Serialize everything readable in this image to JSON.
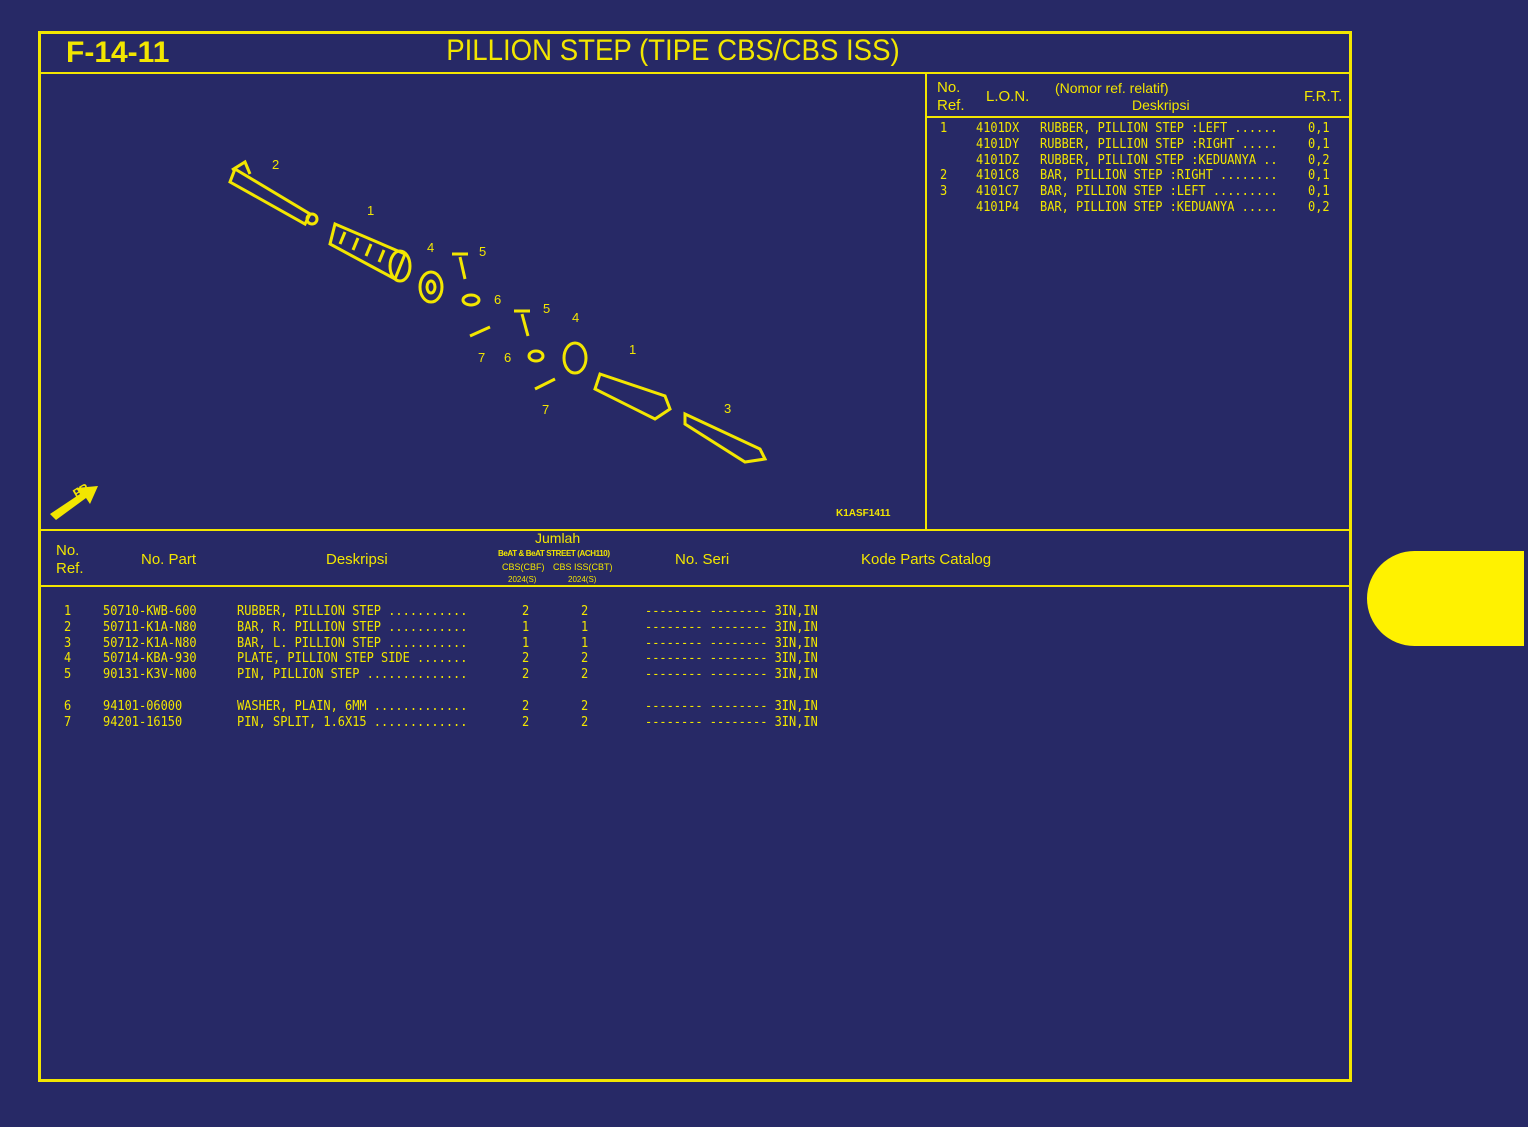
{
  "page": {
    "code": "F-14-11",
    "title": "PILLION STEP (TIPE CBS/CBS ISS)",
    "diagram_code": "K1ASF1411",
    "front_label": "FR."
  },
  "colors": {
    "background": "#272966",
    "accent": "#f2e600",
    "tab": "#fff200"
  },
  "callouts": [
    "2",
    "1",
    "4",
    "5",
    "6",
    "5",
    "4",
    "7",
    "6",
    "1",
    "7",
    "3"
  ],
  "lon_table": {
    "headers": {
      "ref": "No.\nRef.",
      "lon": "L.O.N.",
      "desc_top": "(Nomor ref. relatif)",
      "desc": "Deskripsi",
      "frt": "F.R.T."
    },
    "rows": [
      {
        "ref": "1",
        "lon": "4101DX",
        "desc": "RUBBER, PILLION STEP :LEFT ......",
        "frt": "0,1"
      },
      {
        "ref": "",
        "lon": "4101DY",
        "desc": "RUBBER, PILLION STEP :RIGHT .....",
        "frt": "0,1"
      },
      {
        "ref": "",
        "lon": "4101DZ",
        "desc": "RUBBER, PILLION STEP :KEDUANYA ..",
        "frt": "0,2"
      },
      {
        "ref": "2",
        "lon": "4101C8",
        "desc": "BAR, PILLION STEP :RIGHT ........",
        "frt": "0,1"
      },
      {
        "ref": "3",
        "lon": "4101C7",
        "desc": "BAR, PILLION STEP :LEFT .........",
        "frt": "0,1"
      },
      {
        "ref": "",
        "lon": "4101P4",
        "desc": "BAR, PILLION STEP :KEDUANYA .....",
        "frt": "0,2"
      }
    ]
  },
  "parts_table": {
    "headers": {
      "ref": "No.\nRef.",
      "part": "No. Part",
      "desc": "Deskripsi",
      "qty": "Jumlah",
      "model": "BeAT & BeAT STREET (ACH110)",
      "col1": "CBS(CBF)",
      "col2": "CBS ISS(CBT)",
      "year1": "2024(S)",
      "year2": "2024(S)",
      "serial": "No. Seri",
      "catalog": "Kode Parts Catalog"
    },
    "rows": [
      {
        "ref": "1",
        "part": "50710-KWB-600",
        "desc": "RUBBER, PILLION STEP ...........",
        "q1": "2",
        "q2": "2",
        "serial": "-------- -------- 3IN,IN"
      },
      {
        "ref": "2",
        "part": "50711-K1A-N80",
        "desc": "BAR, R. PILLION STEP ...........",
        "q1": "1",
        "q2": "1",
        "serial": "-------- -------- 3IN,IN"
      },
      {
        "ref": "3",
        "part": "50712-K1A-N80",
        "desc": "BAR, L. PILLION STEP ...........",
        "q1": "1",
        "q2": "1",
        "serial": "-------- -------- 3IN,IN"
      },
      {
        "ref": "4",
        "part": "50714-KBA-930",
        "desc": "PLATE, PILLION STEP SIDE .......",
        "q1": "2",
        "q2": "2",
        "serial": "-------- -------- 3IN,IN"
      },
      {
        "ref": "5",
        "part": "90131-K3V-N00",
        "desc": "PIN, PILLION STEP ..............",
        "q1": "2",
        "q2": "2",
        "serial": "-------- -------- 3IN,IN"
      },
      {
        "ref": "6",
        "part": "94101-06000",
        "desc": "WASHER, PLAIN, 6MM .............",
        "q1": "2",
        "q2": "2",
        "serial": "-------- -------- 3IN,IN"
      },
      {
        "ref": "7",
        "part": "94201-16150",
        "desc": "PIN, SPLIT, 1.6X15 .............",
        "q1": "2",
        "q2": "2",
        "serial": "-------- -------- 3IN,IN"
      }
    ]
  }
}
